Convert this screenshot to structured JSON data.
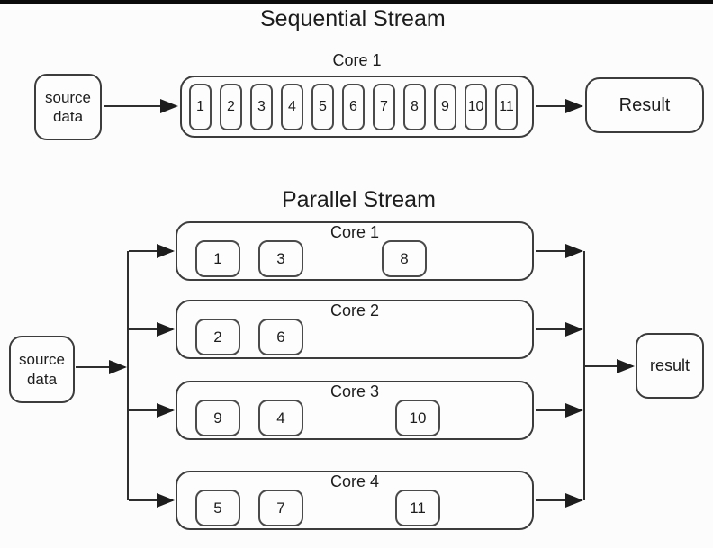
{
  "diagram": {
    "background": "#fcfcfc",
    "top_border_color": "#0b0b0b",
    "line_color": "#2e2e2e",
    "text_color": "#1d1d1d"
  },
  "sequential": {
    "title": "Sequential Stream",
    "source_box": "source data",
    "core": {
      "label": "Core 1",
      "items": [
        "1",
        "2",
        "3",
        "4",
        "5",
        "6",
        "7",
        "8",
        "9",
        "10",
        "11"
      ]
    },
    "result_box": "Result"
  },
  "parallel": {
    "title": "Parallel Stream",
    "source_box": "source data",
    "cores": [
      {
        "label": "Core 1",
        "items": [
          "1",
          "3",
          "8"
        ]
      },
      {
        "label": "Core 2",
        "items": [
          "2",
          "6"
        ]
      },
      {
        "label": "Core 3",
        "items": [
          "9",
          "4",
          "10"
        ]
      },
      {
        "label": "Core 4",
        "items": [
          "5",
          "7",
          "11"
        ]
      }
    ],
    "result_box": "result"
  }
}
